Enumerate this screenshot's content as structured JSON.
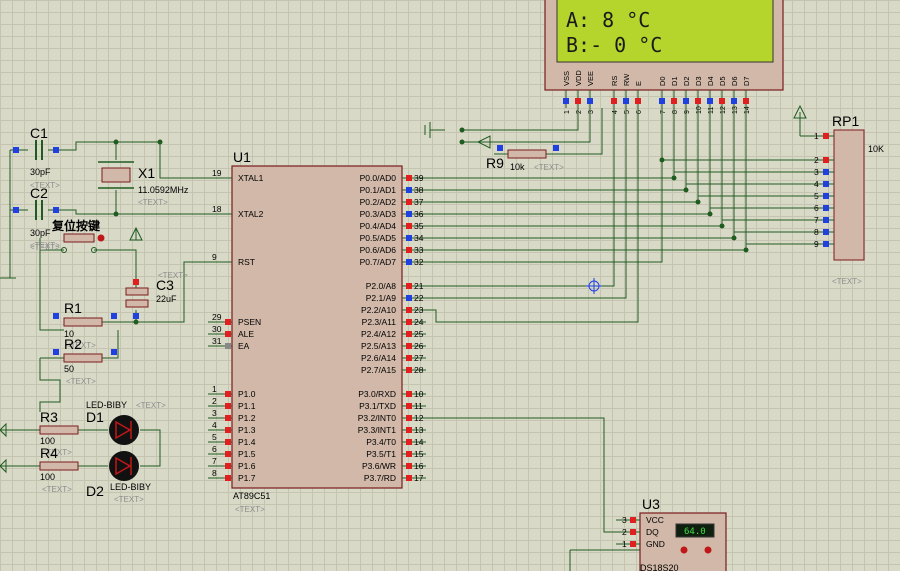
{
  "lcd": {
    "line1": "A:   8  °C",
    "line2": "B:-  0  °C",
    "pins": [
      "VSS",
      "VDD",
      "VEE",
      "RS",
      "RW",
      "E",
      "D0",
      "D1",
      "D2",
      "D3",
      "D4",
      "D5",
      "D6",
      "D7"
    ],
    "pin_numbers": [
      "1",
      "2",
      "3",
      "4",
      "5",
      "6",
      "7",
      "8",
      "9",
      "10",
      "11",
      "12",
      "13",
      "14"
    ]
  },
  "rp1": {
    "ref": "RP1",
    "value": "10K",
    "pins": [
      "1",
      "2",
      "3",
      "4",
      "5",
      "6",
      "7",
      "8",
      "9"
    ],
    "text": "<TEXT>"
  },
  "r9": {
    "ref": "R9",
    "value": "10k",
    "text": "<TEXT>"
  },
  "c1": {
    "ref": "C1",
    "value": "30pF",
    "text": "<TEXT>"
  },
  "c2": {
    "ref": "C2",
    "value": "30pF",
    "text": "<TEXT>"
  },
  "x1": {
    "ref": "X1",
    "value": "11.0592MHz",
    "text": "<TEXT>"
  },
  "reset_button": {
    "label": "复位按键",
    "text": "<TEXT>"
  },
  "c3": {
    "ref": "C3",
    "value": "22uF",
    "text": "<TEXT>"
  },
  "r1": {
    "ref": "R1",
    "value": "10",
    "text": "<TEXT>"
  },
  "r2": {
    "ref": "R2",
    "value": "50",
    "text": "<TEXT>"
  },
  "r3": {
    "ref": "R3",
    "value": "100",
    "text": "<TEXT>"
  },
  "r4": {
    "ref": "R4",
    "value": "100",
    "text": "<TEXT>"
  },
  "d1": {
    "ref": "D1",
    "value": "LED-BIBY",
    "text": "<TEXT>"
  },
  "d2": {
    "ref": "D2",
    "value": "LED-BIBY",
    "text": "<TEXT>"
  },
  "u1": {
    "ref": "U1",
    "part": "AT89C51",
    "text": "<TEXT>",
    "left_pins": [
      {
        "num": "19",
        "name": "XTAL1"
      },
      {
        "num": "18",
        "name": "XTAL2"
      },
      {
        "num": "9",
        "name": "RST"
      },
      {
        "num": "29",
        "name": "PSEN"
      },
      {
        "num": "30",
        "name": "ALE"
      },
      {
        "num": "31",
        "name": "EA"
      },
      {
        "num": "1",
        "name": "P1.0"
      },
      {
        "num": "2",
        "name": "P1.1"
      },
      {
        "num": "3",
        "name": "P1.2"
      },
      {
        "num": "4",
        "name": "P1.3"
      },
      {
        "num": "5",
        "name": "P1.4"
      },
      {
        "num": "6",
        "name": "P1.5"
      },
      {
        "num": "7",
        "name": "P1.6"
      },
      {
        "num": "8",
        "name": "P1.7"
      }
    ],
    "right_pins": [
      {
        "num": "39",
        "name": "P0.0/AD0"
      },
      {
        "num": "38",
        "name": "P0.1/AD1"
      },
      {
        "num": "37",
        "name": "P0.2/AD2"
      },
      {
        "num": "36",
        "name": "P0.3/AD3"
      },
      {
        "num": "35",
        "name": "P0.4/AD4"
      },
      {
        "num": "34",
        "name": "P0.5/AD5"
      },
      {
        "num": "33",
        "name": "P0.6/AD6"
      },
      {
        "num": "32",
        "name": "P0.7/AD7"
      },
      {
        "num": "21",
        "name": "P2.0/A8"
      },
      {
        "num": "22",
        "name": "P2.1/A9"
      },
      {
        "num": "23",
        "name": "P2.2/A10"
      },
      {
        "num": "24",
        "name": "P2.3/A11"
      },
      {
        "num": "25",
        "name": "P2.4/A12"
      },
      {
        "num": "26",
        "name": "P2.5/A13"
      },
      {
        "num": "27",
        "name": "P2.6/A14"
      },
      {
        "num": "28",
        "name": "P2.7/A15"
      },
      {
        "num": "10",
        "name": "P3.0/RXD"
      },
      {
        "num": "11",
        "name": "P3.1/TXD"
      },
      {
        "num": "12",
        "name": "P3.2/INT0"
      },
      {
        "num": "13",
        "name": "P3.3/INT1"
      },
      {
        "num": "14",
        "name": "P3.4/T0"
      },
      {
        "num": "15",
        "name": "P3.5/T1"
      },
      {
        "num": "16",
        "name": "P3.6/WR"
      },
      {
        "num": "17",
        "name": "P3.7/RD"
      }
    ]
  },
  "u3": {
    "ref": "U3",
    "part": "DS18S20",
    "reading": "64.0",
    "pins": [
      {
        "num": "3",
        "name": "VCC"
      },
      {
        "num": "2",
        "name": "DQ"
      },
      {
        "num": "1",
        "name": "GND"
      }
    ]
  },
  "colors": {
    "wire": "#1f5c1f",
    "body": "#d1b8a8",
    "outline": "#7a1c1c",
    "lcd_bg": "#b5d42c",
    "pin_red": "#e02020",
    "pin_blue": "#2040e0"
  }
}
